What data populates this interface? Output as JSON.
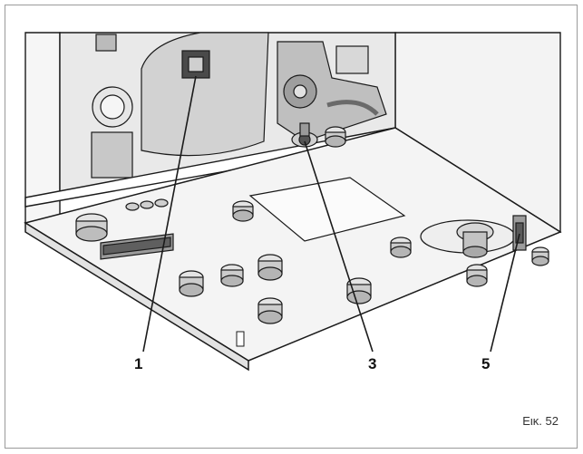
{
  "figure": {
    "caption": "Εικ. 52",
    "callouts": [
      {
        "id": "1",
        "label": "1"
      },
      {
        "id": "3",
        "label": "3"
      },
      {
        "id": "5",
        "label": "5"
      }
    ],
    "colors": {
      "line": "#1a1a1a",
      "panel_fill": "#f4f4f4",
      "shade": "#b9b9b9",
      "dark": "#3a3a3a"
    }
  }
}
